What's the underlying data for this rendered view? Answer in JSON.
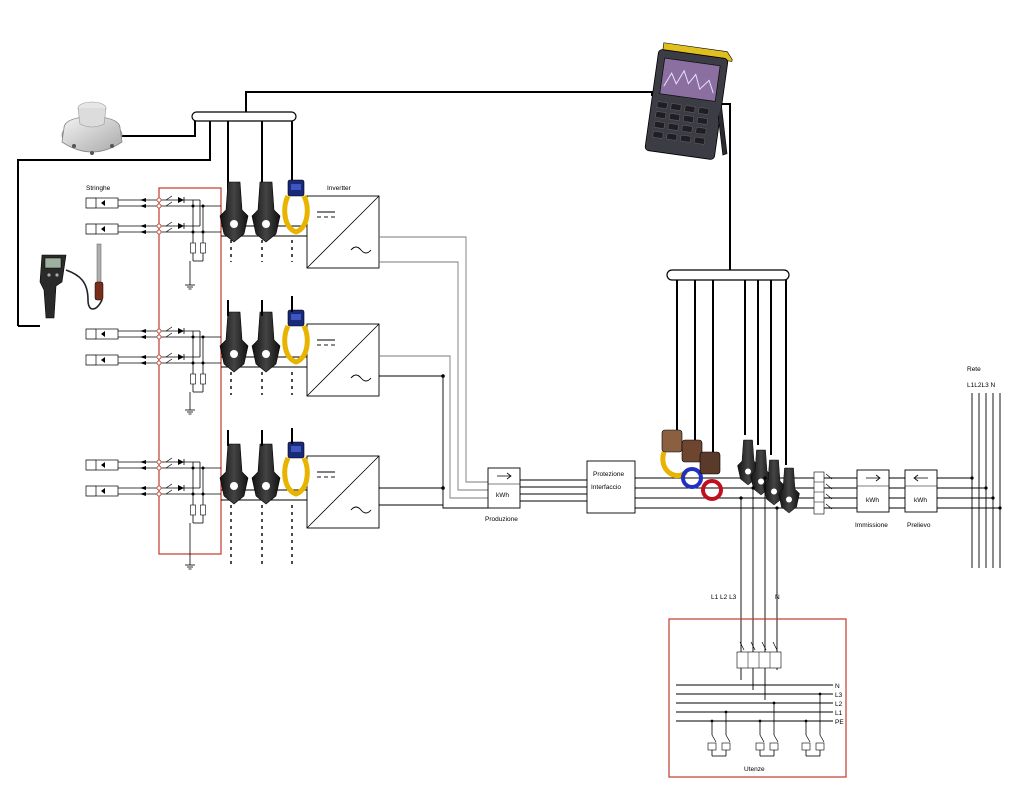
{
  "labels": {
    "stringhe": "Stringhe",
    "inverter": "Invertter",
    "produzione": "Produzione",
    "kwh": "kWh",
    "protezione_line1": "Protezione",
    "protezione_line2": "Interfaccio",
    "immissione": "Immissione",
    "prelievo": "Prelievo",
    "rete": "Rete",
    "rete_phases": "L1L2L3 N",
    "utenze_phases": "L1 L2 L3",
    "utenze_neutral": "N",
    "utenze": "Utenze",
    "bus_n": "N",
    "bus_l3": "L3",
    "bus_l2": "L2",
    "bus_l1": "L1",
    "bus_pe": "PE"
  },
  "colors": {
    "enclosure": "#c0392b",
    "wire": "#000000",
    "wire_gray": "#7a7a7a",
    "clamp_yellow": "#e8b400",
    "clamp_blue": "#1b2a78",
    "instrument_yellow": "#e0c020",
    "instrument_body": "#3c3c44",
    "screen": "#8a6fa0"
  },
  "icons": [
    "pyranometer-icon",
    "thermometer-icon",
    "power-analyzer-icon",
    "current-clamp-icon",
    "flex-clamp-icon",
    "inverter-icon",
    "energy-meter-icon"
  ]
}
